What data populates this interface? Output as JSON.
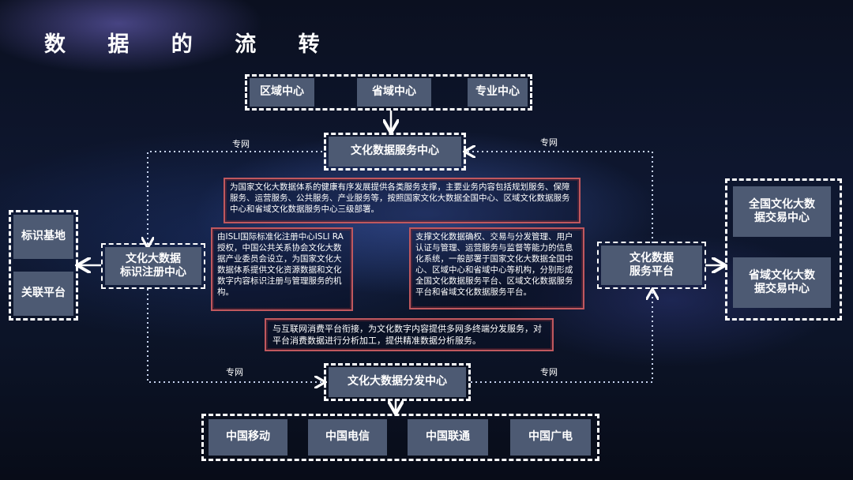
{
  "title": "数 据 的 流 转",
  "top_centers": [
    "区域中心",
    "省域中心",
    "专业中心"
  ],
  "service_center": "文化数据服务中心",
  "registry_center": "文化大数据\n标识注册中心",
  "service_platform": "文化数据\n服务平台",
  "distribution_center": "文化大数据分发中心",
  "left_items": [
    "标识基地",
    "关联平台"
  ],
  "right_items": [
    "全国文化大数\n据交易中心",
    "省域文化大数\n据交易中心"
  ],
  "operators": [
    "中国移动",
    "中国电信",
    "中国联通",
    "中国广电"
  ],
  "private_network_label": "专网",
  "desc_service_center": "为国家文化大数据体系的健康有序发展提供各类服务支撑，主要业务内容包括规划服务、保障服务、运营服务、公共服务、产业服务等，按照国家文化大数据全国中心、区域文化数据服务中心和省域文化数据服务中心三级部署。",
  "desc_registry": "由ISLI国际标准化注册中心ISLI RA授权，中国公共关系协会文化大数据产业委员会设立，为国家文化大数据体系提供文化资源数据和文化数字内容标识注册与管理服务的机构。",
  "desc_platform": "支撑文化数据确权、交易与分发管理、用户认证与管理、运营服务与监督等能力的信息化系统，一般部署于国家文化大数据全国中心、区域中心和省域中心等机构，分别形成全国文化数据服务平台、区域文化数据服务平台和省域文化数据服务平台。",
  "desc_distribution": "与互联网消费平台衔接，为文化数字内容提供多网多终端分发服务，对平台消费数据进行分析加工，提供精准数据分析服务。"
}
